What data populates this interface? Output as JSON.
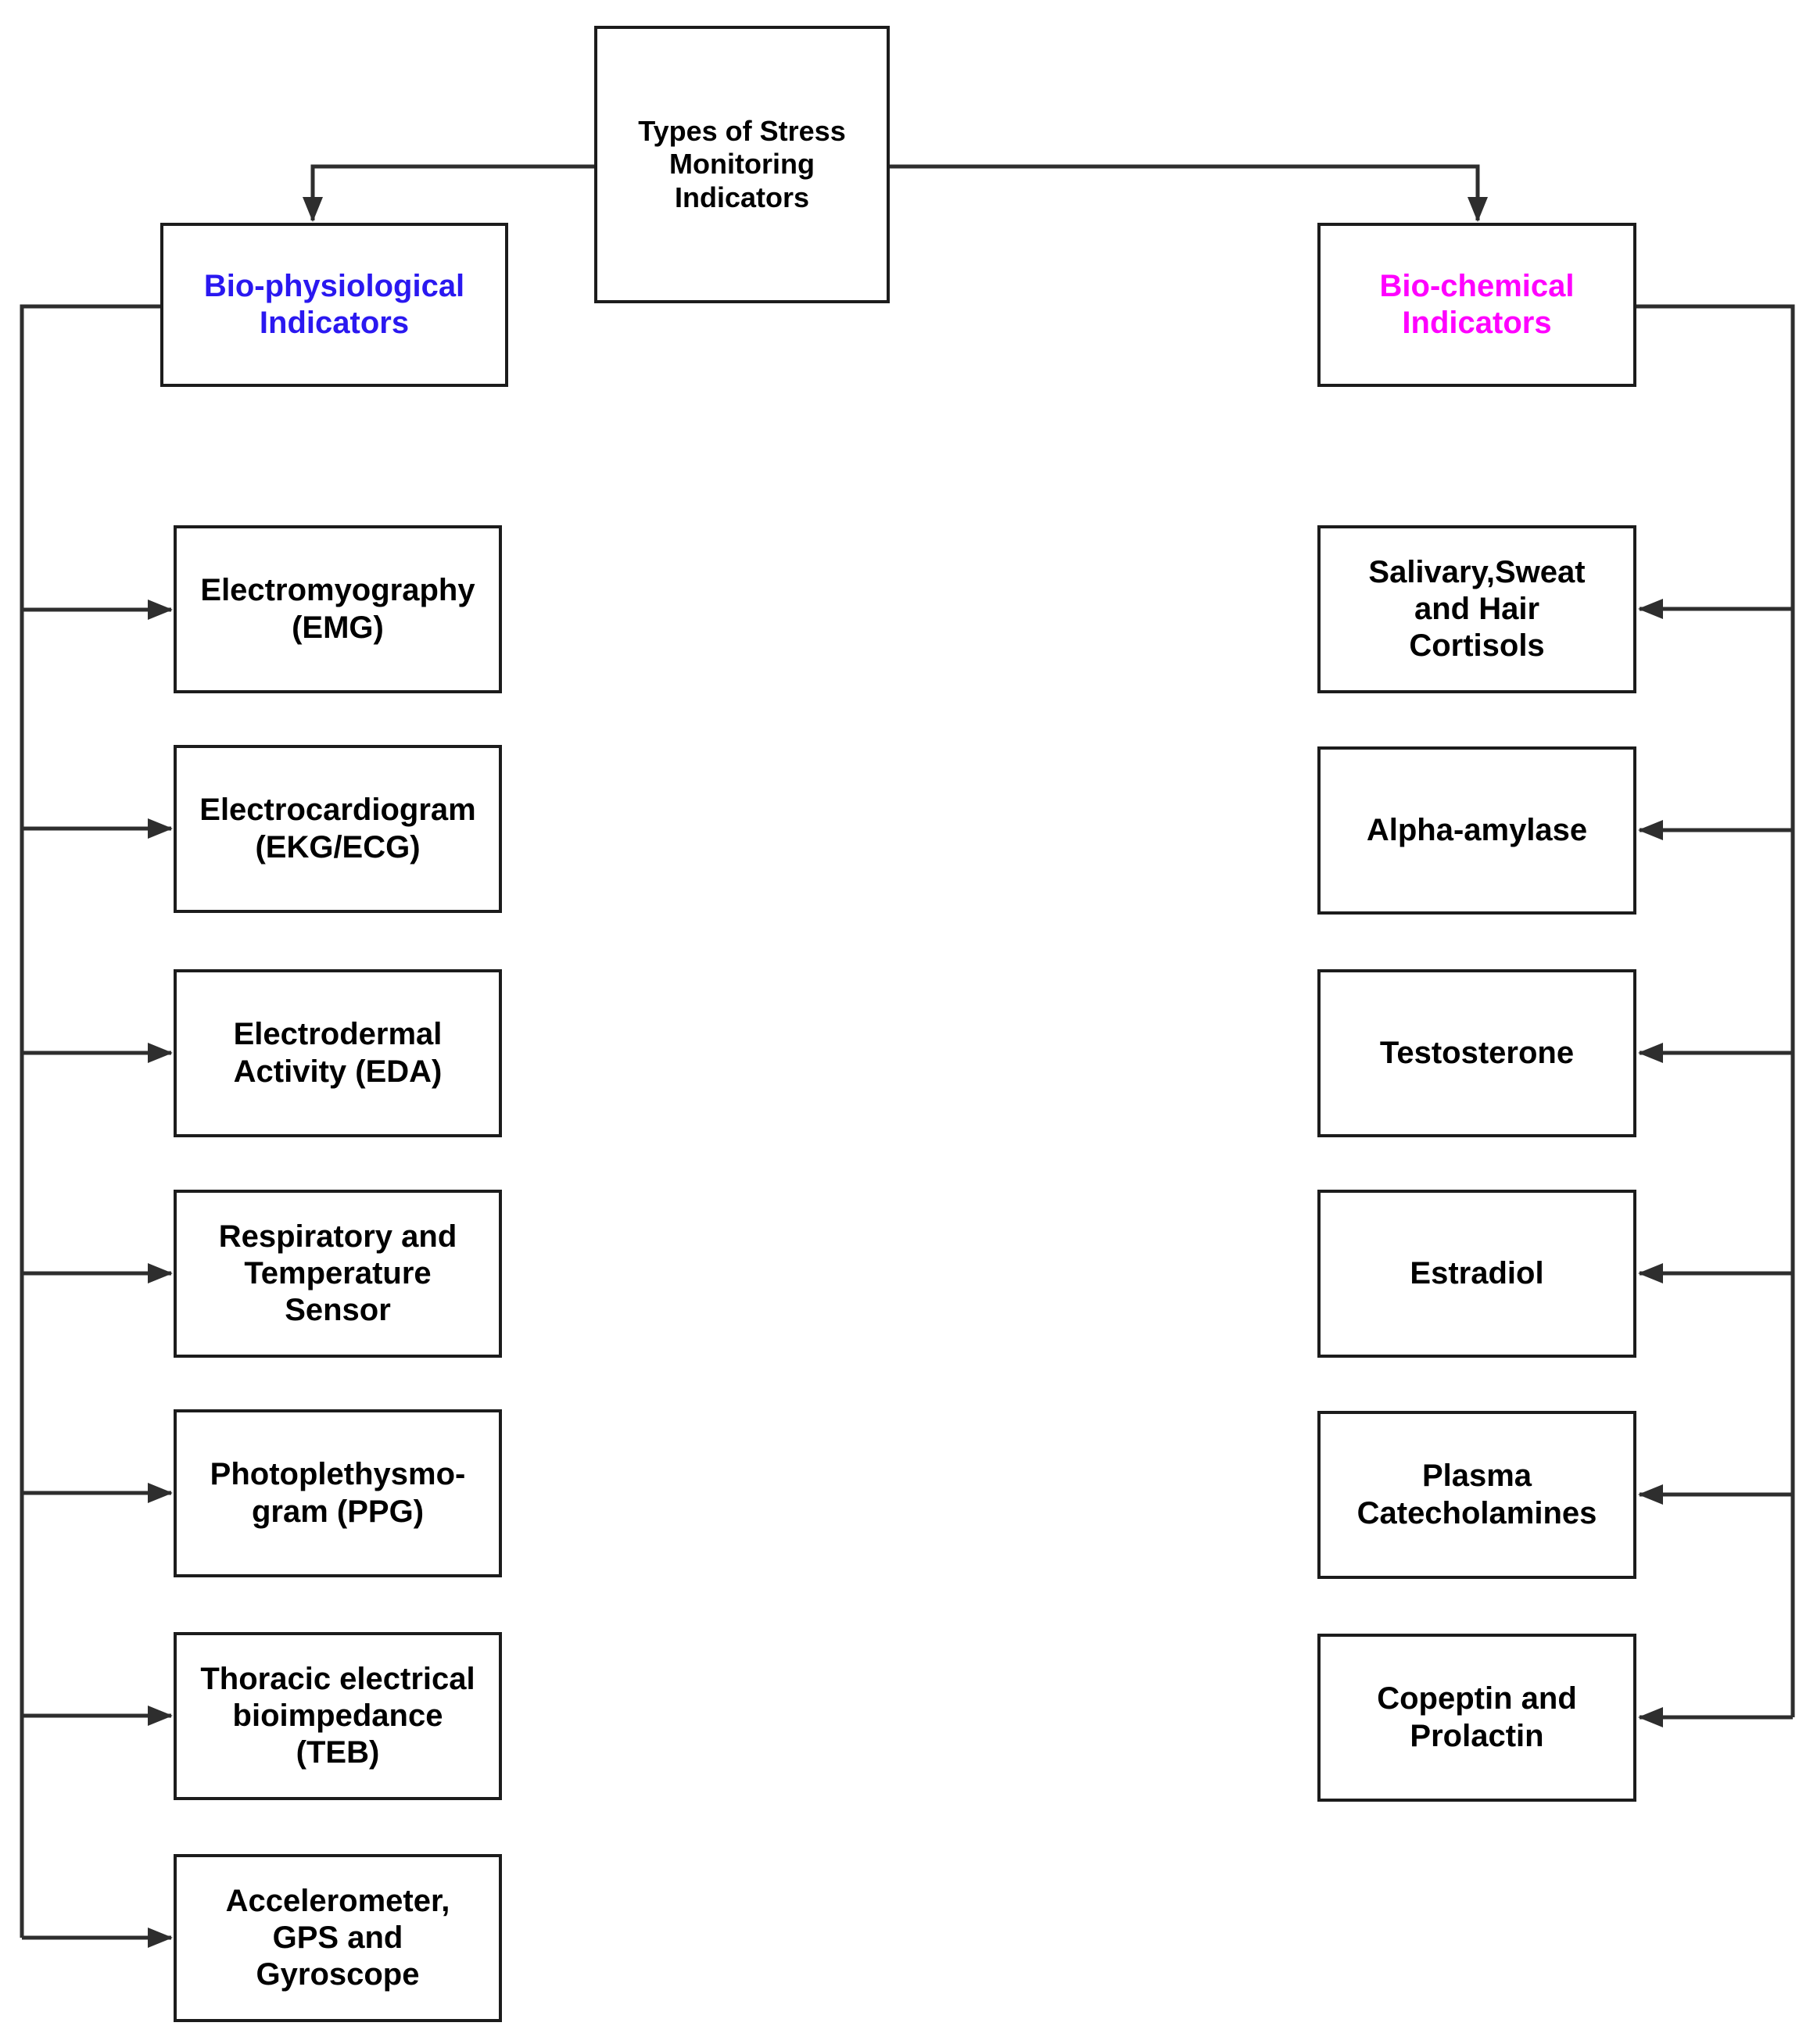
{
  "title": "Types of Stress\nMonitoring Indicators",
  "branches": {
    "left": {
      "header": "Bio-physiological\nIndicators",
      "header_color": "#2a18f0",
      "items": [
        "Electromyography\n(EMG)",
        "Electrocardiogram\n(EKG/ECG)",
        "Electrodermal\nActivity (EDA)",
        "Respiratory and\nTemperature\nSensor",
        "Photoplethysmo-\ngram (PPG)",
        "Thoracic electrical\nbioimpedance\n(TEB)",
        "Accelerometer,\nGPS and\nGyroscope"
      ]
    },
    "right": {
      "header": "Bio-chemical\nIndicators",
      "header_color": "#ff00ff",
      "items": [
        "Salivary,Sweat\nand Hair\nCortisols",
        "Alpha-amylase",
        "Testosterone",
        "Estradiol",
        "Plasma\nCatecholamines",
        "Copeptin and\nProlactin"
      ]
    }
  },
  "colors": {
    "background": "#ffffff",
    "box_border": "#1c1c1c",
    "text": "#000000",
    "connector": "#2e2e2e"
  }
}
